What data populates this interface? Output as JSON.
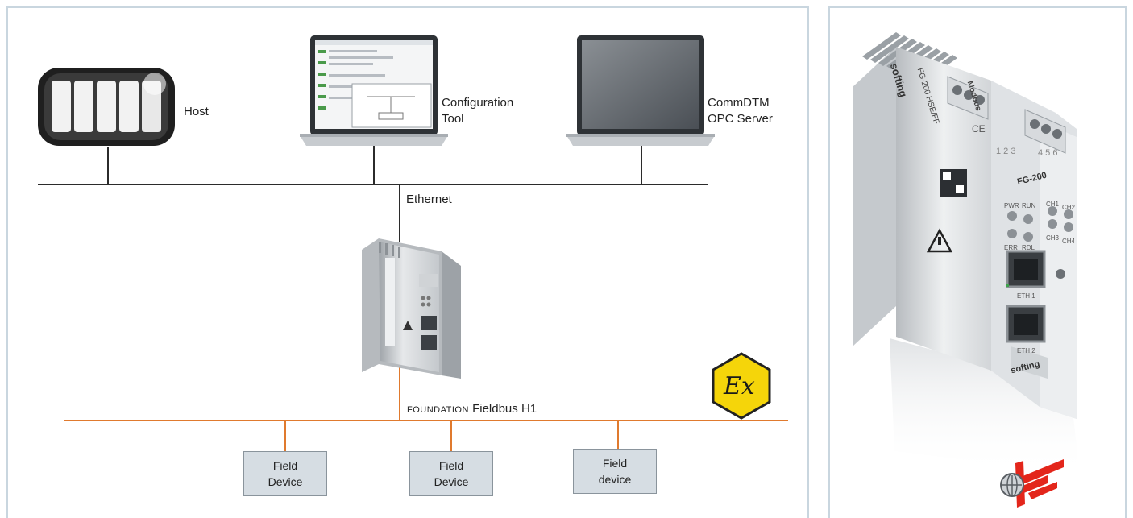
{
  "nodes": {
    "host": "Host",
    "config_line1": "Configuration",
    "config_line2": "Tool",
    "comm_line1": "CommDTM",
    "comm_line2": "OPC Server",
    "ethernet": "Ethernet",
    "fieldbus_prefix": "FOUNDATION",
    "fieldbus_suffix": "Fieldbus H1",
    "ex_symbol": "Ex"
  },
  "field_devices": [
    {
      "line1": "Field",
      "line2": "Device"
    },
    {
      "line1": "Field",
      "line2": "Device"
    },
    {
      "line1": "Field",
      "line2": "device"
    }
  ],
  "device_product": {
    "brand": "softing",
    "model": "FG-200",
    "model_full": "FG-200 HSE/FF",
    "protocol": "Modbus",
    "terminal_left": "1 2 3",
    "terminal_right": "4 5 6",
    "led_pwr": "PWR",
    "led_run": "RUN",
    "led_err": "ERR",
    "led_rdl": "RDL",
    "ch1": "CH1",
    "ch2": "CH2",
    "ch3": "CH3",
    "ch4": "CH4",
    "eth1": "ETH 1",
    "eth2": "ETH 2",
    "ce": "CE"
  },
  "colors": {
    "ethernet_line": "#2b2b2b",
    "fieldbus_line": "#e07a2e",
    "ex_fill": "#f5d50a",
    "panel_border": "#c9d6df",
    "device_box": "#d6dde3",
    "logo_red": "#e3261b"
  }
}
